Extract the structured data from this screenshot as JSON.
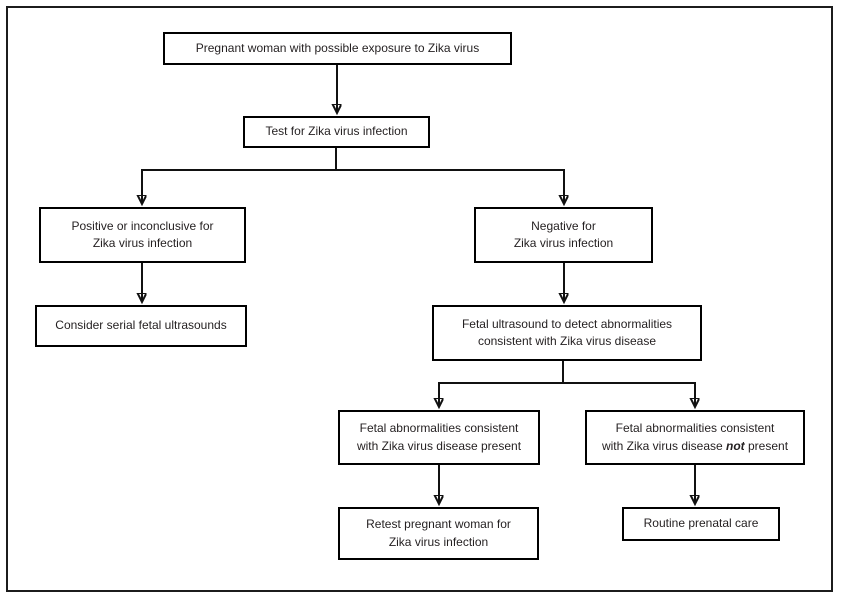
{
  "figure": {
    "background_color": "#ffffff",
    "border_color": "#1c1c1c",
    "box_border_color": "#000000",
    "text_color": "#231f20"
  },
  "nodes": {
    "exposure": {
      "line1": "Pregnant woman with possible exposure to Zika virus"
    },
    "test": {
      "line1": "Test for Zika virus infection"
    },
    "positive": {
      "line1": "Positive or inconclusive for",
      "line2": "Zika virus infection"
    },
    "negative": {
      "line1": "Negative for",
      "line2": "Zika virus infection"
    },
    "serial_ultrasounds": {
      "line1": "Consider serial fetal ultrasounds"
    },
    "fetal_ultrasound": {
      "line1": "Fetal ultrasound to detect abnormalities",
      "line2": "consistent with Zika virus disease"
    },
    "abnormal_present": {
      "line1": "Fetal abnormalities consistent",
      "line2": "with Zika virus disease present"
    },
    "abnormal_not_present": {
      "line1": "Fetal abnormalities consistent",
      "line2_prefix": "with Zika virus disease ",
      "line2_emphasis": "not",
      "line2_suffix": " present"
    },
    "retest": {
      "line1": "Retest pregnant woman for",
      "line2": "Zika virus infection"
    },
    "routine_care": {
      "line1": "Routine prenatal care"
    }
  }
}
